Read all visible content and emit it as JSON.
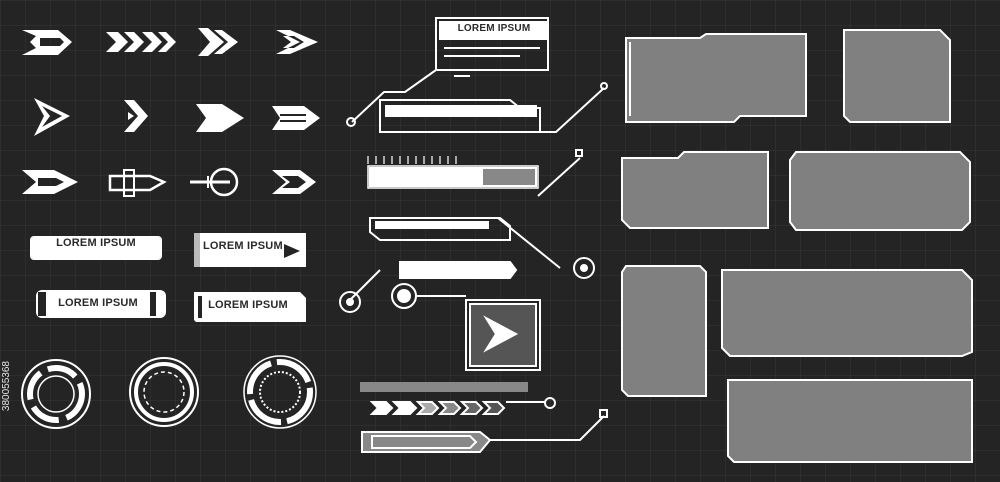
{
  "labels": {
    "box_1": "LOREM IPSUM",
    "box_2": "LOREM IPSUM",
    "box_3": "LOREM IPSUM",
    "box_4": "LOREM IPSUM",
    "box_5": "LOREM IPSUM"
  },
  "stock_id": "380055368",
  "colors": {
    "background": "#242424",
    "element": "#ffffff",
    "panel_fill": "#808080"
  }
}
